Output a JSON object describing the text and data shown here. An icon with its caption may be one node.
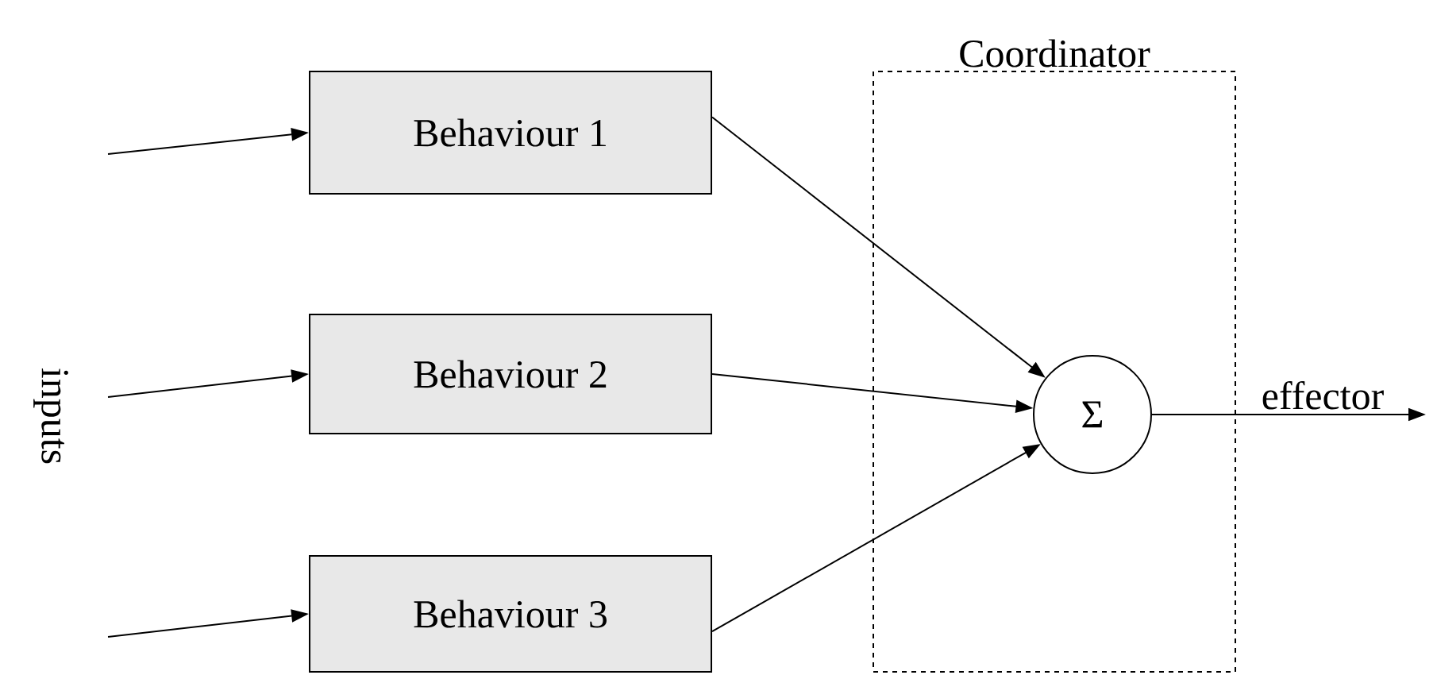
{
  "diagram": {
    "nodes": [
      {
        "text": [
          "Behaviour 1"
        ]
      },
      {
        "text": [
          "Behaviour 2"
        ]
      },
      {
        "text": [
          "Behaviour 3"
        ]
      },
      {
        "text": [
          "Coordinator"
        ]
      },
      {
        "text": [
          "Σ"
        ],
        "in": 3
      }
    ],
    "edges": [
      {
        "from": null,
        "to": 0,
        "arrow": "to"
      },
      {
        "from": null,
        "to": 1,
        "arrow": "to"
      },
      {
        "from": null,
        "to": 2,
        "arrow": "to"
      },
      {
        "from": 0,
        "to": 4,
        "arrow": "to"
      },
      {
        "from": 1,
        "to": 4,
        "arrow": "to"
      },
      {
        "from": 2,
        "to": 4,
        "arrow": "to"
      },
      {
        "from": 4,
        "to": null,
        "arrow": "to",
        "label": "effector"
      }
    ],
    "labels": [
      "inputs"
    ]
  }
}
